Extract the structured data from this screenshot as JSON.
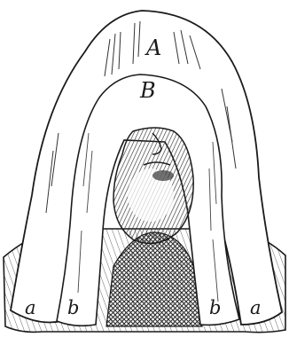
{
  "figure": {
    "labels": {
      "A": "A",
      "B": "B",
      "a_left": "a",
      "b_left": "b",
      "b_right": "b",
      "a_right": "a"
    },
    "colors": {
      "ink": "#1a1a1a",
      "paper": "#ffffff",
      "shade": "#4a4a4a"
    }
  }
}
